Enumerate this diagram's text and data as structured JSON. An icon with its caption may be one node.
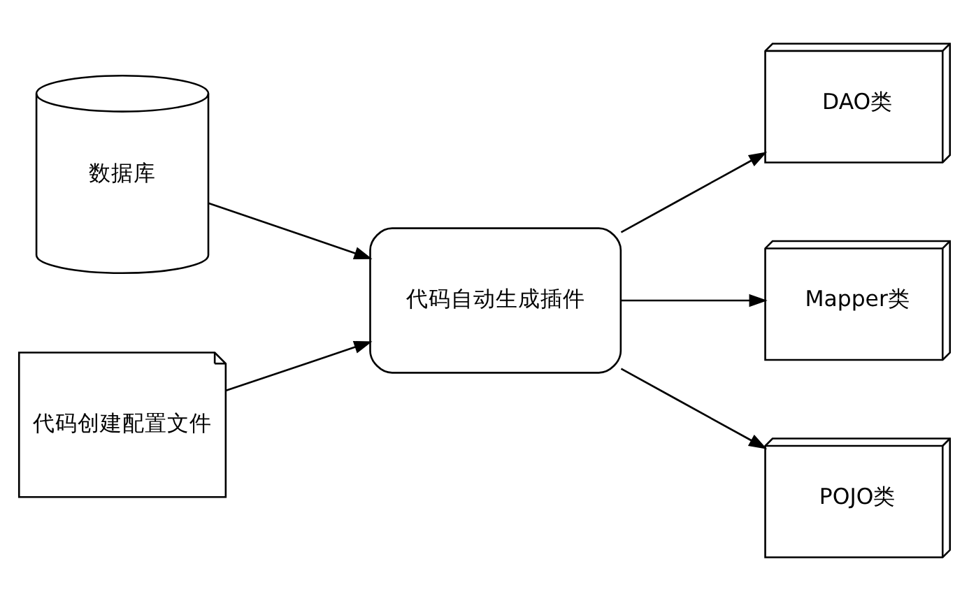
{
  "diagram": {
    "nodes": [
      {
        "text": [
          "数据库"
        ]
      },
      {
        "text": [
          "代码创建配置文件"
        ]
      },
      {
        "text": [
          "代码自动生成插件"
        ]
      },
      {
        "text": [
          "DAO类"
        ]
      },
      {
        "text": [
          "Mapper类"
        ]
      },
      {
        "text": [
          "POJO类"
        ]
      }
    ],
    "edges": [
      {
        "from": 0,
        "to": 2,
        "arrow": "to"
      },
      {
        "from": 1,
        "to": 2,
        "arrow": "to"
      },
      {
        "from": 2,
        "to": 3,
        "arrow": "to"
      },
      {
        "from": 2,
        "to": 4,
        "arrow": "to"
      },
      {
        "from": 2,
        "to": 5,
        "arrow": "to"
      }
    ]
  }
}
